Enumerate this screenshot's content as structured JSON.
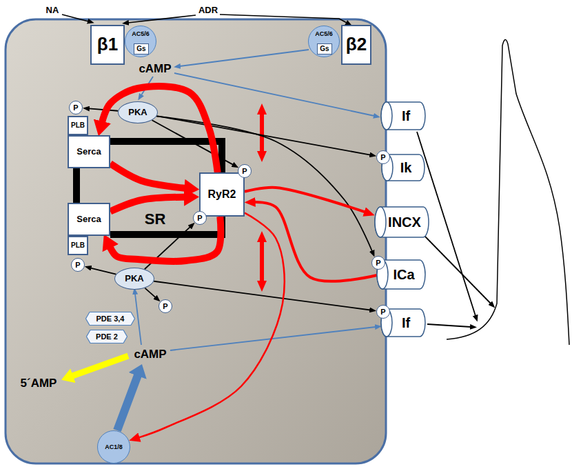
{
  "diagram": {
    "nodes": [
      {
        "text": [
          "β1"
        ]
      },
      {
        "text": [
          "AC5/6"
        ]
      },
      {
        "text": [
          "Gs"
        ],
        "in": 1
      },
      {
        "text": [
          "AC5/6"
        ]
      },
      {
        "text": [
          "Gs"
        ],
        "in": 3
      },
      {
        "text": [
          "β2"
        ]
      },
      {
        "text": [
          "If"
        ]
      },
      {
        "text": [
          "PKA"
        ]
      },
      {
        "text": [
          "P"
        ]
      },
      {
        "text": [
          "Ik"
        ]
      },
      {
        "text": [
          "P"
        ]
      },
      {
        "text": [
          "PLB"
        ]
      },
      {
        "text": [
          "Serca"
        ]
      },
      {
        "text": [
          "RyR2"
        ]
      },
      {
        "text": [
          "P"
        ]
      },
      {
        "text": [
          "P"
        ]
      },
      {
        "text": [
          "INCX"
        ]
      },
      {
        "text": [
          "ICa"
        ]
      },
      {
        "text": [
          "P"
        ]
      },
      {
        "text": [
          "Serca"
        ]
      },
      {
        "text": [
          "PLB"
        ]
      },
      {
        "text": [
          "PKA"
        ]
      },
      {
        "text": [
          "P"
        ]
      },
      {
        "text": [
          "P"
        ]
      },
      {
        "text": [
          "If"
        ]
      },
      {
        "text": [
          "P"
        ]
      },
      {
        "text": [
          "PDE 3,4"
        ]
      },
      {
        "text": [
          "PDE 2"
        ]
      },
      {
        "text": [
          "AC1/8"
        ]
      }
    ],
    "edges": [
      {
        "from": 7,
        "to": 8,
        "arrow": "to"
      },
      {
        "from": 7,
        "to": 10,
        "arrow": "to"
      },
      {
        "from": 7,
        "to": 14,
        "arrow": "to"
      },
      {
        "from": 7,
        "to": 18,
        "arrow": "to"
      },
      {
        "from": 21,
        "to": 22,
        "arrow": "to"
      },
      {
        "from": 21,
        "to": 15,
        "arrow": "to"
      },
      {
        "from": 21,
        "to": 25,
        "arrow": "to"
      },
      {
        "from": 21,
        "to": 23,
        "arrow": "to"
      },
      {
        "from": 12,
        "to": 13,
        "arrow": "to"
      },
      {
        "from": 19,
        "to": 13,
        "arrow": "to"
      },
      {
        "from": 13,
        "to": 12,
        "arrow": "to"
      },
      {
        "from": 13,
        "to": 19,
        "arrow": "to"
      },
      {
        "from": 13,
        "to": 16,
        "arrow": "to"
      },
      {
        "from": 17,
        "to": 13,
        "arrow": "to"
      },
      {
        "from": 13,
        "to": 28,
        "arrow": "to"
      }
    ],
    "labels": [
      "NA",
      "ADR",
      "cAMP",
      "SR",
      "cAMP",
      "5´AMP"
    ]
  }
}
